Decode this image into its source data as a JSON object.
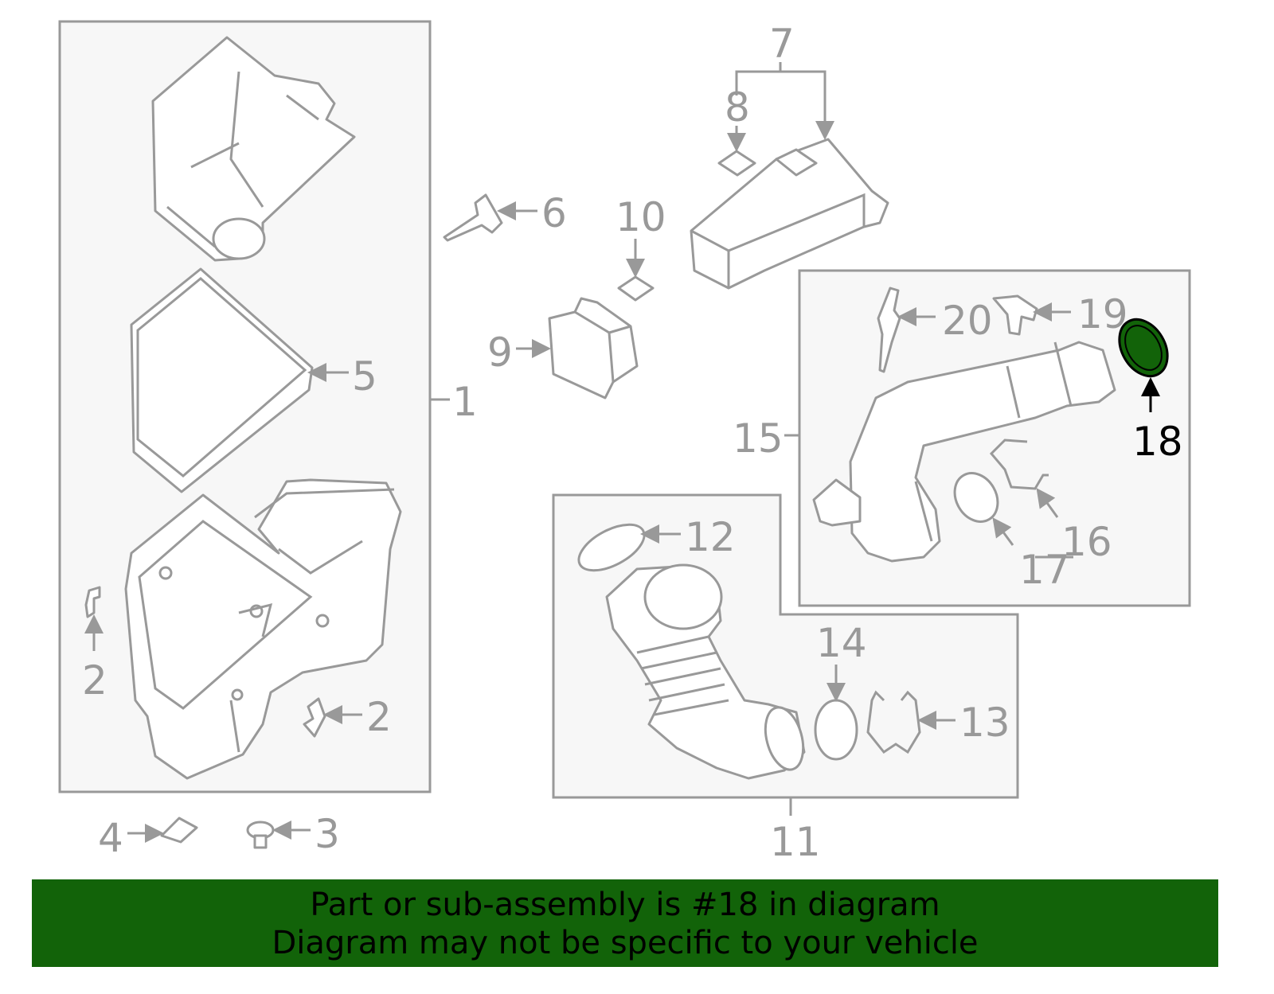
{
  "callouts": {
    "c1": "1",
    "c2a": "2",
    "c2b": "2",
    "c3": "3",
    "c4": "4",
    "c5": "5",
    "c6": "6",
    "c7": "7",
    "c8": "8",
    "c9": "9",
    "c10": "10",
    "c11": "11",
    "c12": "12",
    "c13": "13",
    "c14": "14",
    "c15": "15",
    "c16": "16",
    "c17": "17",
    "c18": "18",
    "c19": "19",
    "c20": "20"
  },
  "highlighted_part": "18",
  "colors": {
    "highlight": "#126309",
    "banner": "#126309",
    "line": "#999999"
  },
  "banner": {
    "line1": "Part or sub-assembly is #18 in diagram",
    "line2": "Diagram may not be specific to your vehicle"
  }
}
